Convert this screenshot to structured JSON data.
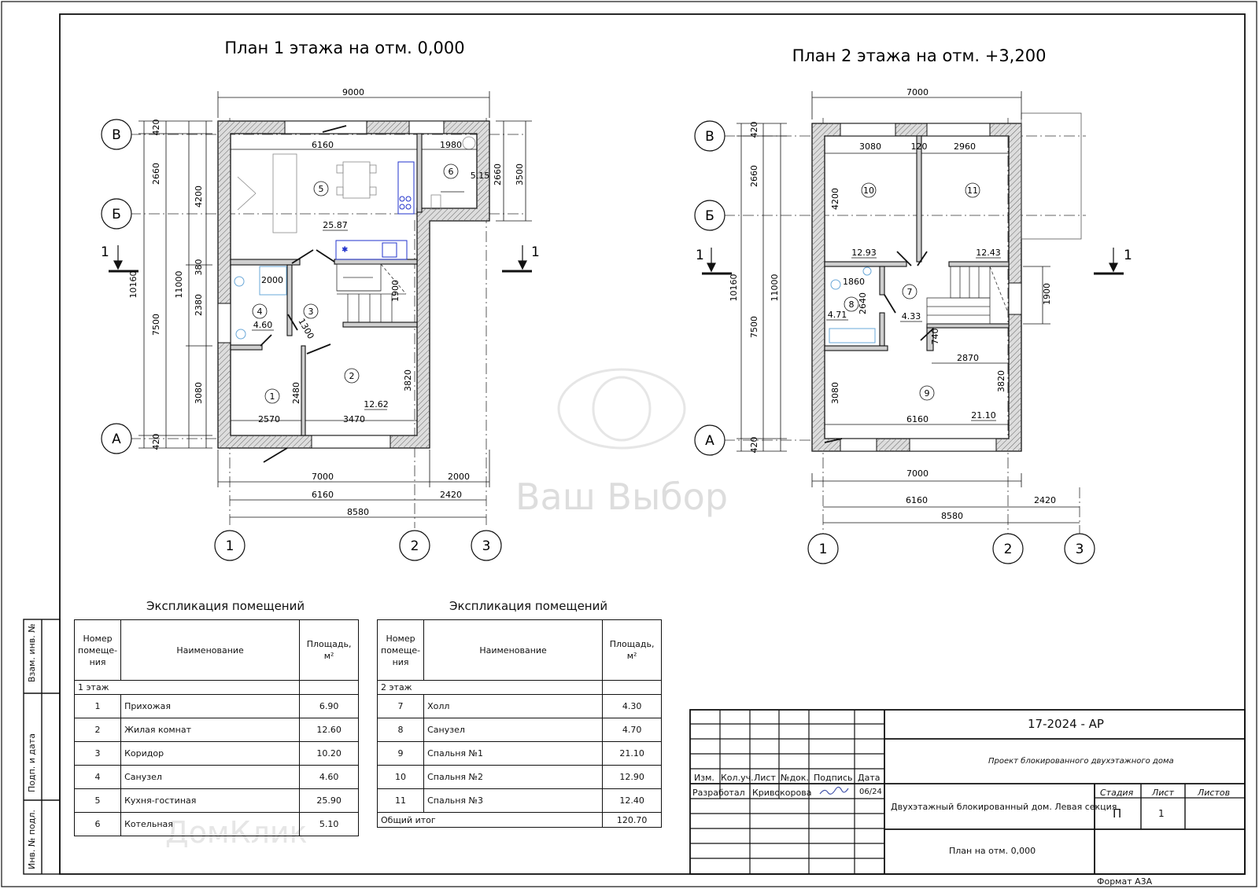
{
  "plan1": {
    "title": "План 1 этажа на отм. 0,000",
    "dims": {
      "top_total": "9000",
      "kitchen_w": "6160",
      "boiler_w": "1980",
      "left_2660": "2660",
      "left_7500": "7500",
      "left_420_top": "420",
      "left_420_bot": "420",
      "left_4200": "4200",
      "left_380": "380",
      "left_2380": "2380",
      "left_3080": "3080",
      "left_10160": "10160",
      "left_11000": "11000",
      "right_2660": "2660",
      "right_3500": "3500",
      "bath_w": "2000",
      "stair_1900": "1900",
      "corr_1300": "1300",
      "hall_2480": "2480",
      "room2_3820": "3820",
      "bottom_2570": "2570",
      "bottom_3470": "3470",
      "b_7000": "7000",
      "b_2000": "2000",
      "b_6160": "6160",
      "b_2420": "2420",
      "b_8580": "8580"
    },
    "axes": {
      "v": "В",
      "b": "Б",
      "a": "А",
      "n1": "1",
      "n2": "2",
      "n3": "3"
    },
    "section": {
      "left": "1",
      "right": "1"
    },
    "rooms": [
      {
        "num": "1",
        "area": ""
      },
      {
        "num": "2",
        "area": "12.62"
      },
      {
        "num": "3",
        "area": ""
      },
      {
        "num": "4",
        "area": "4.60"
      },
      {
        "num": "5",
        "area": "25.87"
      },
      {
        "num": "6",
        "area": "5.15"
      }
    ]
  },
  "plan2": {
    "title": "План 2 этажа на отм. +3,200",
    "dims": {
      "top_total": "7000",
      "r10_w": "3080",
      "wall_120": "120",
      "r11_w": "2960",
      "left_420_top": "420",
      "left_2660": "2660",
      "left_7500": "7500",
      "left_420_bot": "420",
      "left_4200": "4200",
      "left_10160": "10160",
      "left_11000": "11000",
      "bath_1860": "1860",
      "bath_2640": "2640",
      "d_740": "740",
      "r9_2870": "2870",
      "r9_3080": "3080",
      "r9_3820": "3820",
      "r9_6160": "6160",
      "stair_1900": "1900",
      "b_7000": "7000",
      "b_6160": "6160",
      "b_2420": "2420",
      "b_8580": "8580"
    },
    "axes": {
      "v": "В",
      "b": "Б",
      "a": "А",
      "n1": "1",
      "n2": "2",
      "n3": "3"
    },
    "section": {
      "left": "1",
      "right": "1"
    },
    "rooms": [
      {
        "num": "7",
        "area": "4.33"
      },
      {
        "num": "8",
        "area": "4.71"
      },
      {
        "num": "9",
        "area": "21.10"
      },
      {
        "num": "10",
        "area": "12.93"
      },
      {
        "num": "11",
        "area": "12.43"
      }
    ]
  },
  "table1": {
    "title": "Экспликация помещений",
    "headers": {
      "num": "Номер помеще- ния",
      "name": "Наименование",
      "area": "Площадь, м²"
    },
    "group": "1 этаж",
    "rows": [
      {
        "num": "1",
        "name": "Прихожая",
        "area": "6.90"
      },
      {
        "num": "2",
        "name": "Жилая комнат",
        "area": "12.60"
      },
      {
        "num": "3",
        "name": "Коридор",
        "area": "10.20"
      },
      {
        "num": "4",
        "name": "Санузел",
        "area": "4.60"
      },
      {
        "num": "5",
        "name": "Кухня-гостиная",
        "area": "25.90"
      },
      {
        "num": "6",
        "name": "Котельная",
        "area": "5.10"
      }
    ]
  },
  "table2": {
    "title": "Экспликация помещений",
    "headers": {
      "num": "Номер помеще- ния",
      "name": "Наименование",
      "area": "Площадь, м²"
    },
    "group": "2 этаж",
    "rows": [
      {
        "num": "7",
        "name": "Холл",
        "area": "4.30"
      },
      {
        "num": "8",
        "name": "Санузел",
        "area": "4.70"
      },
      {
        "num": "9",
        "name": "Спальня №1",
        "area": "21.10"
      },
      {
        "num": "10",
        "name": "Спальня №2",
        "area": "12.90"
      },
      {
        "num": "11",
        "name": "Спальня №3",
        "area": "12.40"
      }
    ],
    "total_label": "Общий итог",
    "total": "120.70"
  },
  "stamp": {
    "code": "17-2024 - АР",
    "project": "Проект блокированного двухэтажного дома",
    "object": "Двухэтажный блокированный дом. Левая секция",
    "sheet_name": "План на отм. 0,000",
    "cols": {
      "izm": "Изм.",
      "kol": "Кол.уч.",
      "list": "Лист",
      "ndoc": "№док.",
      "podp": "Подпись",
      "data": "Дата"
    },
    "stage_label": "Стадия",
    "list_label": "Лист",
    "lists_label": "Листов",
    "stage": "П",
    "list": "1",
    "developed": "Разработал",
    "author": "Кривокорова",
    "date": "06/24",
    "format": "Формат А3А"
  },
  "side": {
    "vzam": "Взам. инв. №",
    "podp": "Подп. и дата",
    "inv": "Инв. № подл."
  },
  "watermark": {
    "center": "Ваш Выбор",
    "corner": "ДомКлик"
  }
}
